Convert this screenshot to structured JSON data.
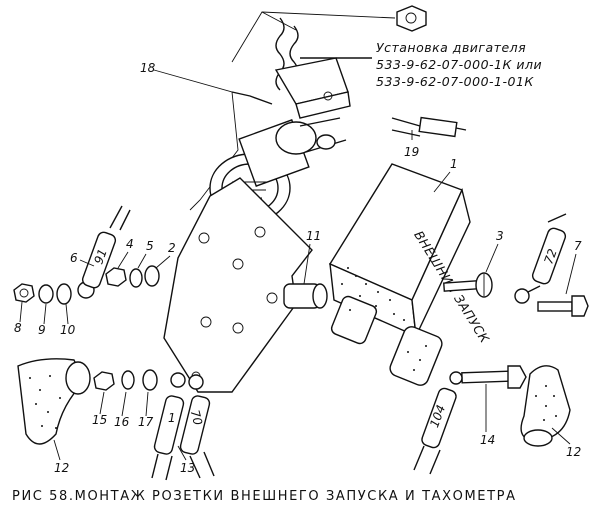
{
  "notes": {
    "line1": "Установка двигателя",
    "line2": "533-9-62-07-000-1К или",
    "line3": "533-9-62-07-000-1-01К"
  },
  "block_label": "ВНЕШНИЙ ЗАПУСК",
  "caption": "РИС 58.МОНТАЖ РОЗЕТКИ ВНЕШНЕГО ЗАПУСКА И ТАХОМЕТРА",
  "callouts": {
    "c1": "1",
    "c2": "2",
    "c3": "3",
    "c4": "4",
    "c5": "5",
    "c6": "6",
    "c7": "7",
    "c8": "8",
    "c9": "9",
    "c10": "10",
    "c11": "11",
    "c12a": "12",
    "c12b": "12",
    "c13": "13",
    "c14": "14",
    "c15": "15",
    "c16": "16",
    "c17": "17",
    "c18": "18",
    "c19": "19"
  },
  "wire_marks": {
    "w91": "91",
    "w72": "72",
    "w1": "1",
    "w70": "70",
    "w104": "104"
  }
}
